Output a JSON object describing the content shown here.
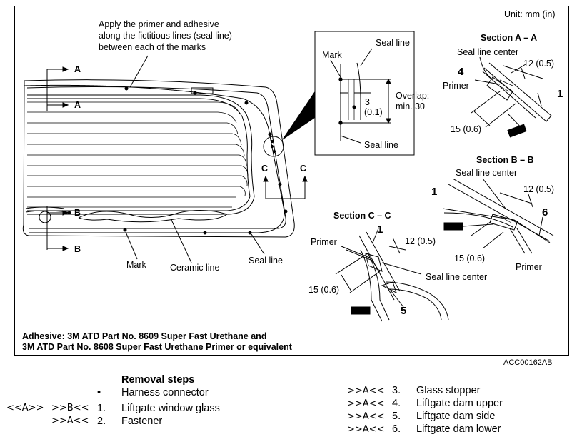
{
  "unit_label": "Unit: mm (in)",
  "diagram_code": "ACC00162AB",
  "note": {
    "line1": "Adhesive: 3M ATD Part No. 8609 Super Fast Urethane and",
    "line2": "3M ATD Part No. 8608 Super Fast Urethane Primer or equivalent"
  },
  "main_view": {
    "instruction": [
      "Apply the primer and adhesive",
      "along the fictitious lines (seal line)",
      "between each of the marks"
    ],
    "section_marks": [
      "A",
      "A",
      "B",
      "B",
      "C",
      "C"
    ],
    "callouts": [
      "Mark",
      "Ceramic line",
      "Seal line"
    ]
  },
  "detail": {
    "mark": "Mark",
    "seal_line_top": "Seal line",
    "seal_line_bottom": "Seal line",
    "gap": [
      "3",
      "(0.1)"
    ],
    "overlap": [
      "Overlap:",
      "min. 30"
    ]
  },
  "section_a": {
    "title": "Section A – A",
    "seal_line_center": "Seal line center",
    "part_4": "4",
    "primer": "Primer",
    "part_1": "1",
    "dim_width": "12 (0.5)",
    "dim_height": "15 (0.6)"
  },
  "section_b": {
    "title": "Section B – B",
    "seal_line_center": "Seal line center",
    "part_1": "1",
    "part_6": "6",
    "primer": "Primer",
    "dim_width": "12 (0.5)",
    "dim_height": "15 (0.6)"
  },
  "section_c": {
    "title": "Section C – C",
    "part_1": "1",
    "primer": "Primer",
    "seal_line_center": "Seal line center",
    "part_5": "5",
    "dim_width": "12 (0.5)",
    "dim_height": "15 (0.6)"
  },
  "removal": {
    "heading": "Removal steps",
    "left": [
      {
        "mark_a": "",
        "mark_b": "",
        "num": "•",
        "name": "Harness connector"
      },
      {
        "mark_a": "<<A>>",
        "mark_b": ">>B<<",
        "num": "1.",
        "name": "Liftgate window glass"
      },
      {
        "mark_a": "",
        "mark_b": ">>A<<",
        "num": "2.",
        "name": "Fastener"
      }
    ],
    "right": [
      {
        "mark": ">>A<<",
        "num": "3.",
        "name": "Glass stopper"
      },
      {
        "mark": ">>A<<",
        "num": "4.",
        "name": "Liftgate dam upper"
      },
      {
        "mark": ">>A<<",
        "num": "5.",
        "name": "Liftgate dam side"
      },
      {
        "mark": ">>A<<",
        "num": "6.",
        "name": "Liftgate dam lower"
      }
    ]
  }
}
